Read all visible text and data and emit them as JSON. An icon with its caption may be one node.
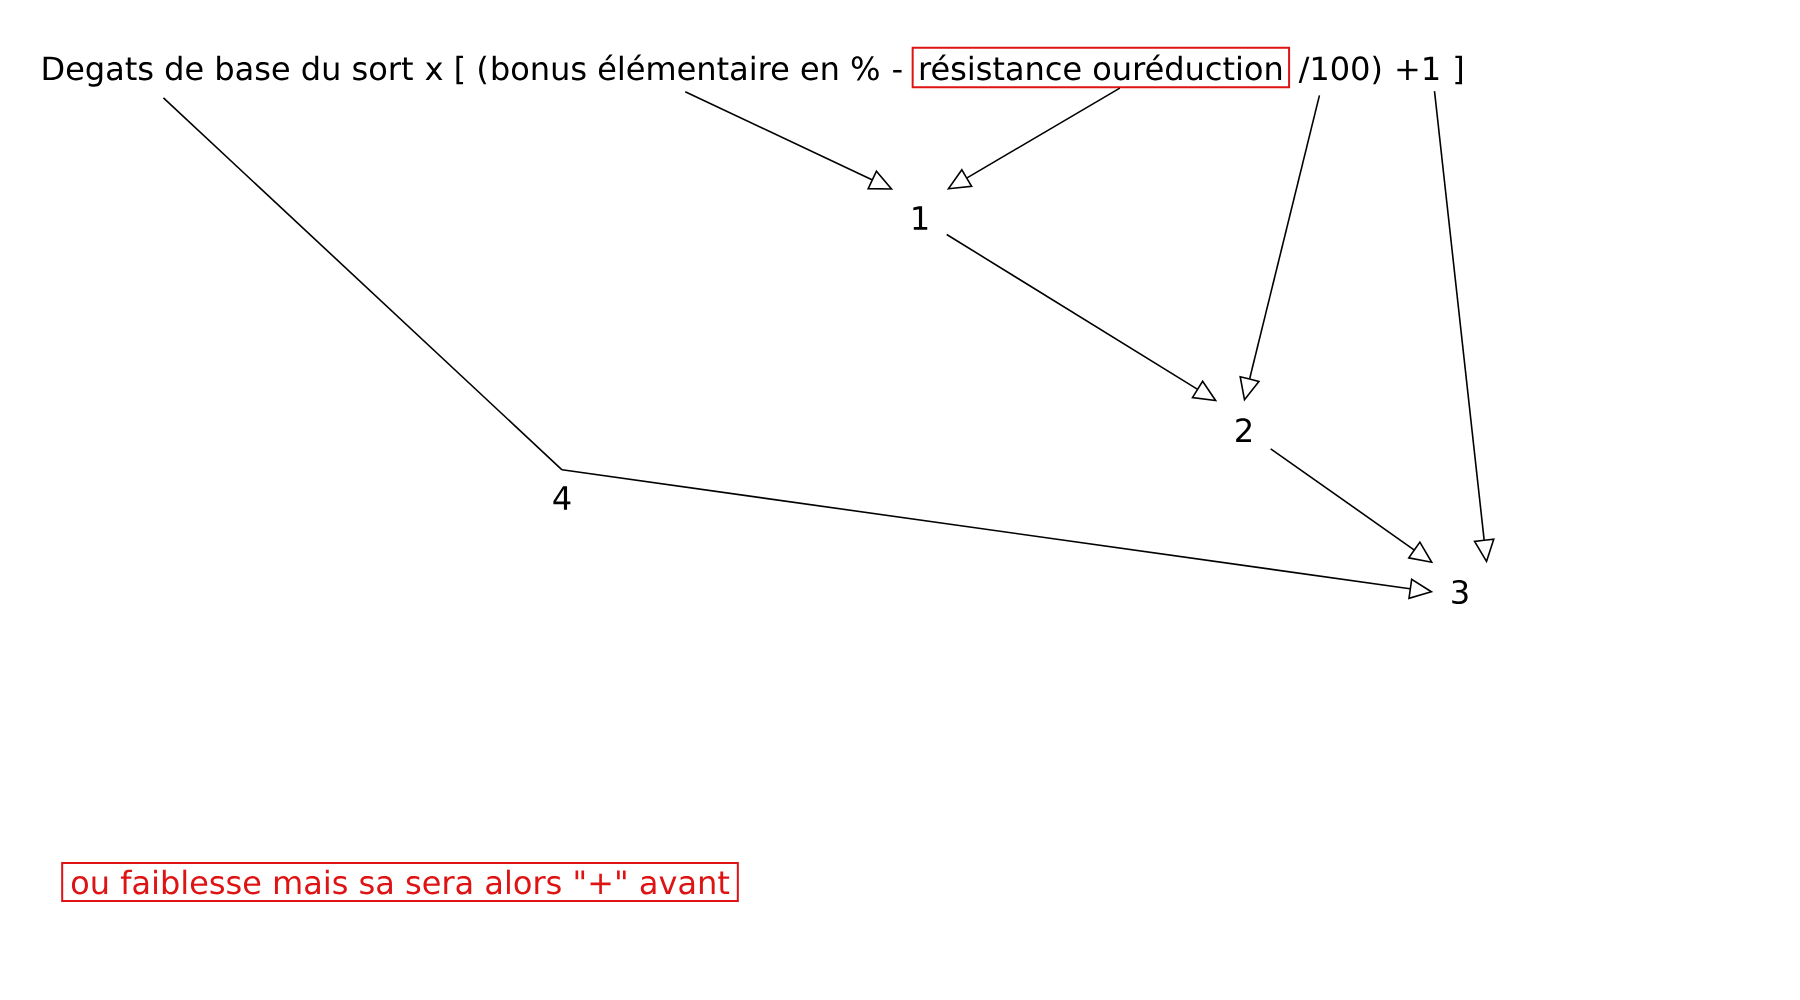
{
  "diagram": {
    "nodes": [
      {
        "text": [
          "Degats de base du sort"
        ]
      },
      {
        "text": [
          "bonus élémentaire en %"
        ]
      },
      {
        "text": [
          "résistance ouréduction"
        ]
      },
      {
        "text": [
          "/100)"
        ]
      },
      {
        "text": [
          "+1"
        ]
      },
      {
        "text": [
          "1"
        ]
      },
      {
        "text": [
          "2"
        ]
      },
      {
        "text": [
          "3"
        ]
      },
      {
        "text": [
          "4"
        ]
      },
      {
        "text": [
          "ou faiblesse mais sa sera alors \"+\" avant"
        ]
      }
    ],
    "edges": [
      {
        "from": 0,
        "to": 8,
        "arrow": "none"
      },
      {
        "from": 1,
        "to": 5,
        "arrow": "to"
      },
      {
        "from": 2,
        "to": 5,
        "arrow": "to"
      },
      {
        "from": 5,
        "to": 6,
        "arrow": "to"
      },
      {
        "from": 3,
        "to": 6,
        "arrow": "to"
      },
      {
        "from": 6,
        "to": 7,
        "arrow": "to"
      },
      {
        "from": 4,
        "to": 7,
        "arrow": "to"
      },
      {
        "from": 8,
        "to": 7,
        "arrow": "to"
      }
    ],
    "labels": [
      "x [ (",
      "-",
      "]"
    ]
  }
}
